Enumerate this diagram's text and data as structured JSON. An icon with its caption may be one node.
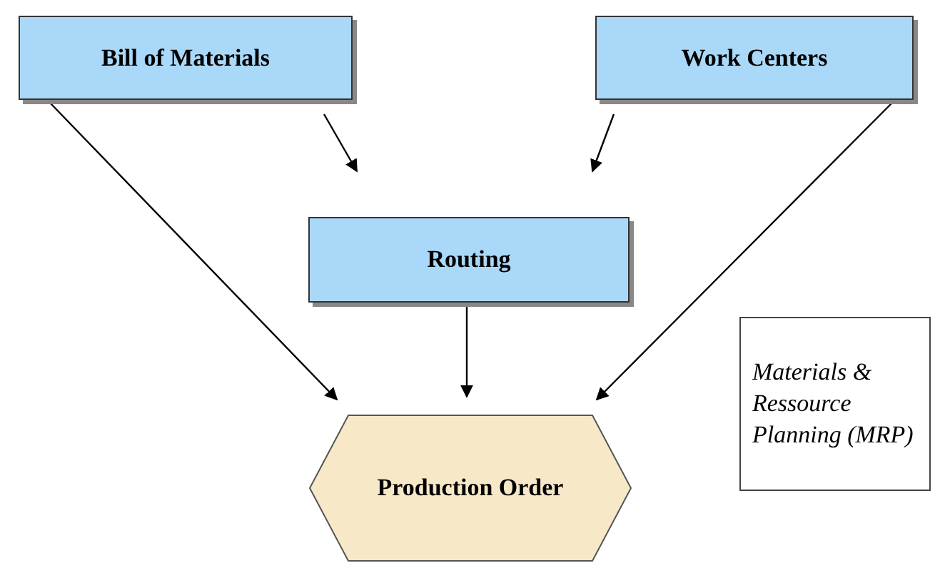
{
  "diagram": {
    "nodes": [
      {
        "text": [
          "Bill of Materials"
        ]
      },
      {
        "text": [
          "Work Centers"
        ]
      },
      {
        "text": [
          "Routing"
        ]
      },
      {
        "text": [
          "Production Order"
        ]
      },
      {
        "text": [
          "Materials & Ressource Planning (MRP)"
        ]
      }
    ],
    "edges": [
      {
        "from": 0,
        "to": 2,
        "arrow": "to"
      },
      {
        "from": 1,
        "to": 2,
        "arrow": "to"
      },
      {
        "from": 0,
        "to": 3,
        "arrow": "to"
      },
      {
        "from": 2,
        "to": 3,
        "arrow": "to"
      },
      {
        "from": 1,
        "to": 3,
        "arrow": "to"
      }
    ]
  }
}
